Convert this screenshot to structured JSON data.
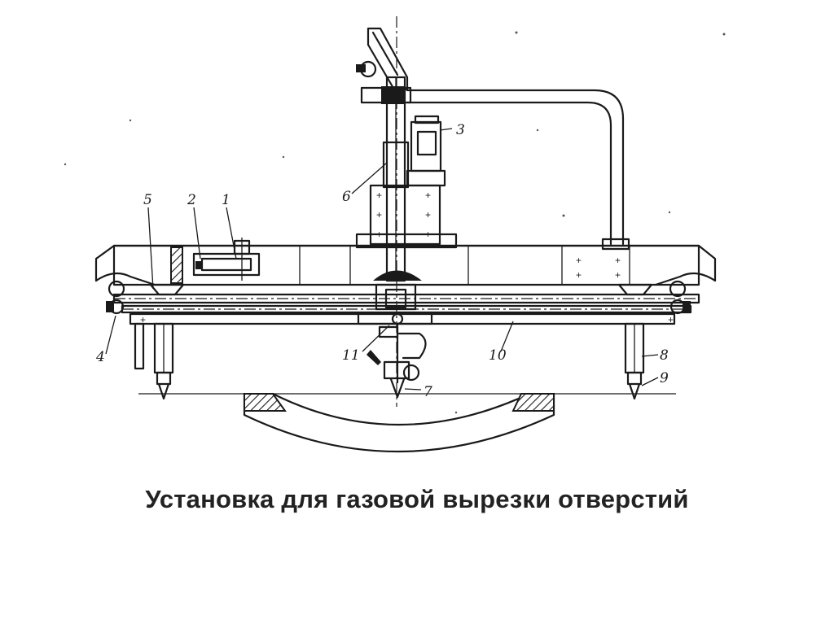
{
  "caption": "Установка для газовой вырезки отверстий",
  "labels": {
    "l1": "1",
    "l2": "2",
    "l3": "3",
    "l4": "4",
    "l5": "5",
    "l6": "6",
    "l7": "7",
    "l8": "8",
    "l9": "9",
    "l10": "10",
    "l11": "11"
  }
}
